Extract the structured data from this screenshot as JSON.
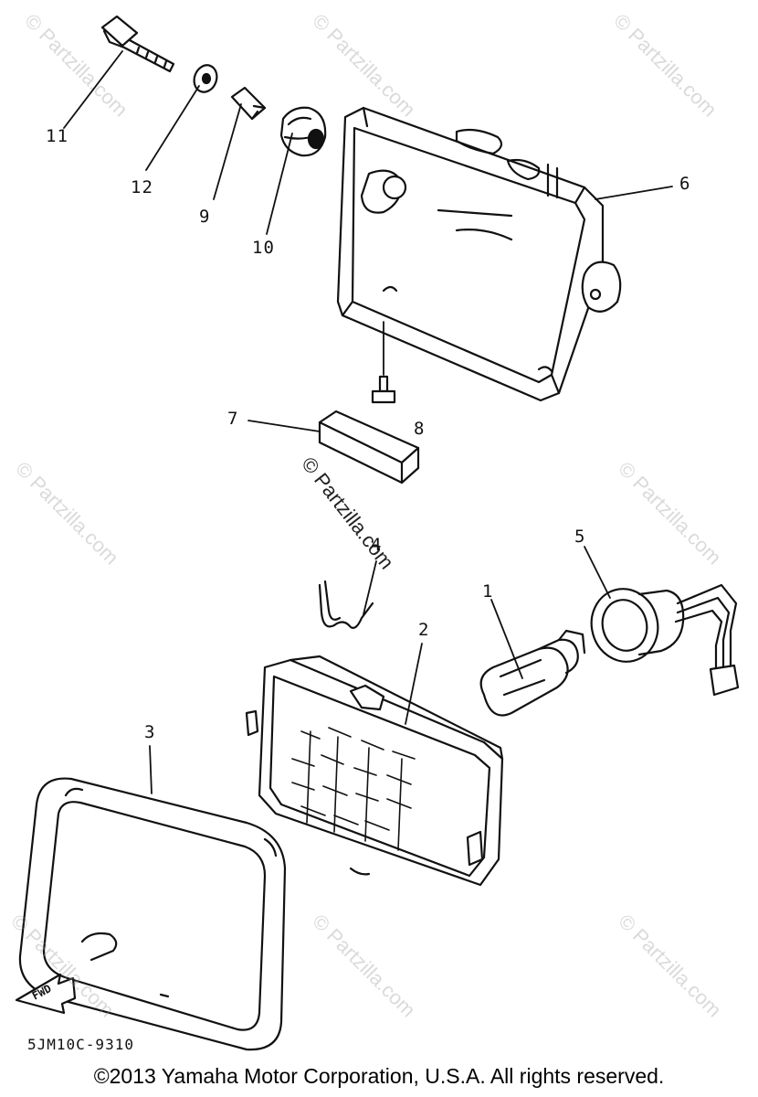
{
  "callouts": {
    "c1": "1",
    "c2": "2",
    "c3": "3",
    "c4": "4",
    "c5": "5",
    "c6": "6",
    "c7": "7",
    "c8": "8",
    "c9": "9",
    "c10": "10",
    "c11": "11",
    "c12": "12"
  },
  "fwd_label": "FWD",
  "drawing_code": "5JM10C-9310",
  "copyright": "©2013 Yamaha Motor Corporation, U.S.A. All rights reserved.",
  "watermark": "© Partzilla.com"
}
